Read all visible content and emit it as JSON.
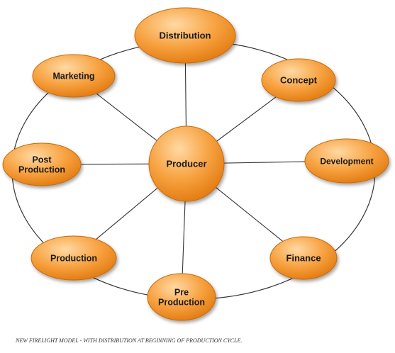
{
  "diagram": {
    "center": {
      "id": "producer",
      "label": "Producer"
    },
    "nodes": [
      {
        "id": "distribution",
        "label": "Distribution"
      },
      {
        "id": "concept",
        "label": "Concept"
      },
      {
        "id": "development",
        "label": "Development"
      },
      {
        "id": "finance",
        "label": "Finance"
      },
      {
        "id": "pre-production",
        "label": "Pre\nProduction"
      },
      {
        "id": "production",
        "label": "Production"
      },
      {
        "id": "post-production",
        "label": "Post\nProduction"
      },
      {
        "id": "marketing",
        "label": "Marketing"
      }
    ],
    "colors": {
      "node_light": "#ffd9a3",
      "node_mid": "#f7a13f",
      "node_dark": "#e0790f",
      "node_border": "#c86a0c",
      "line": "#333333"
    }
  },
  "caption": "NEW FIRELIGHT MODEL - WITH DISTRIBUTION AT BEGINNING OF PRODUCTION CYCLE."
}
